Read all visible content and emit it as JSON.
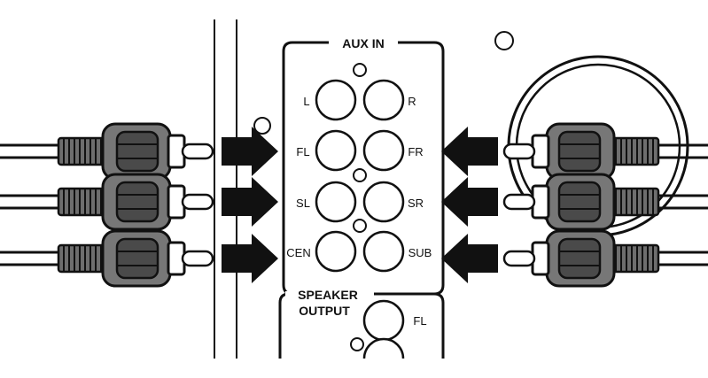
{
  "aux_in": {
    "title": "AUX IN",
    "jacks": [
      {
        "left": "L",
        "right": "R"
      },
      {
        "left": "FL",
        "right": "FR"
      },
      {
        "left": "SL",
        "right": "SR"
      },
      {
        "left": "CEN",
        "right": "SUB"
      }
    ]
  },
  "speaker_output": {
    "title_line1": "SPEAKER",
    "title_line2": "OUTPUT",
    "jack_label": "FL"
  },
  "colors": {
    "plug_body": "#707070",
    "plug_dark": "#4a4a4a",
    "line": "#111111",
    "arrow": "#111111"
  }
}
